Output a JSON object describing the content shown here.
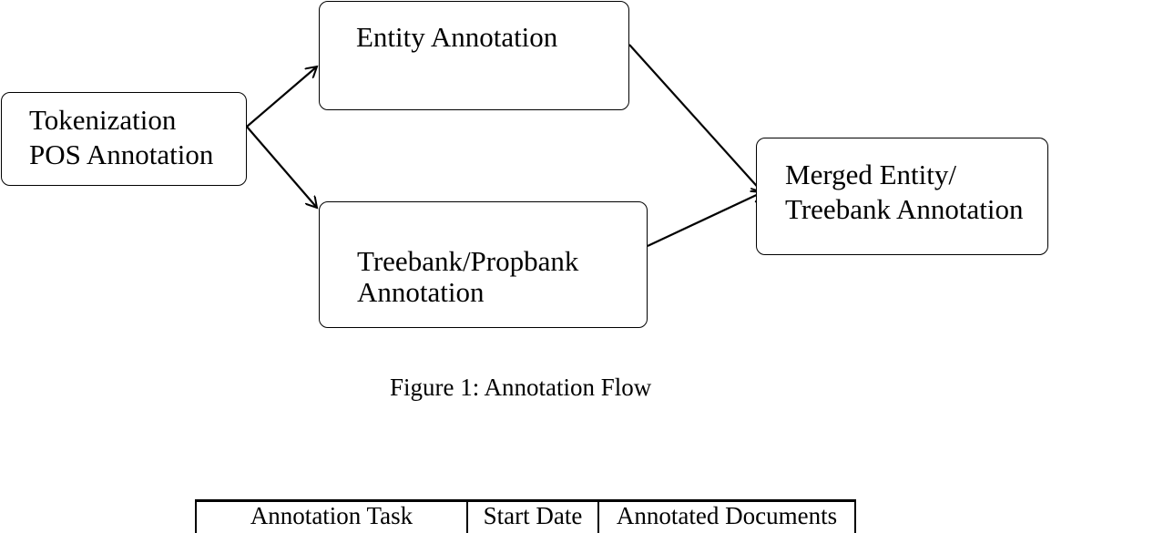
{
  "diagram": {
    "nodes": [
      {
        "id": "tokenization",
        "lines": [
          "Tokenization",
          "POS Annotation"
        ]
      },
      {
        "id": "entity",
        "lines": [
          "Entity Annotation"
        ]
      },
      {
        "id": "treebank",
        "lines": [
          "Treebank/Propbank",
          "Annotation"
        ]
      },
      {
        "id": "merged",
        "lines": [
          "Merged Entity/",
          "Treebank Annotation"
        ]
      }
    ],
    "edges": [
      {
        "from": "tokenization",
        "to": "entity"
      },
      {
        "from": "tokenization",
        "to": "treebank"
      },
      {
        "from": "entity",
        "to": "merged"
      },
      {
        "from": "treebank",
        "to": "merged"
      }
    ]
  },
  "caption": "Figure 1: Annotation Flow",
  "table": {
    "headers": [
      "Annotation Task",
      "Start Date",
      "Annotated Documents"
    ]
  }
}
